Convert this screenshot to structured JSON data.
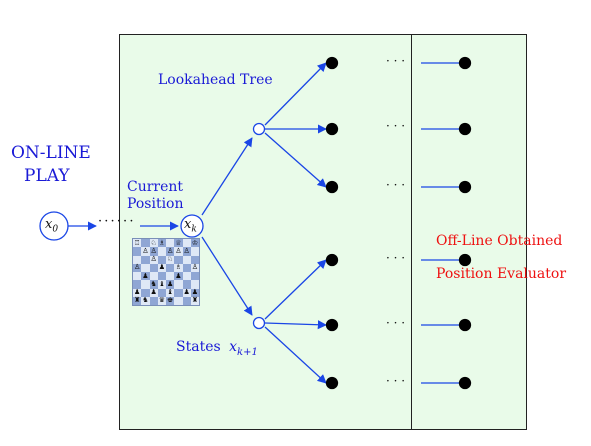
{
  "labels": {
    "online_play": [
      "ON-LINE",
      "PLAY"
    ],
    "lookahead_tree": "Lookahead Tree",
    "current_position": [
      "Current",
      "Position"
    ],
    "states_prefix": "States",
    "offline": [
      "Off-Line Obtained",
      "Position Evaluator"
    ],
    "ellipsis": "· · ·",
    "dots_between": "· · · · · ·"
  },
  "math": {
    "x0": {
      "base": "x",
      "sub": "0"
    },
    "xk": {
      "base": "x",
      "sub": "k"
    },
    "xk1": {
      "base": "x",
      "sub": "k+1"
    }
  },
  "colors": {
    "edge": "#1a46e6",
    "panel": "#e9fbe9",
    "text_blue": "#1a1ad6",
    "text_red": "#ee1111",
    "node_leaf": "#000000"
  },
  "chess_board": {
    "rows": [
      "♖ ♘♗ ♕ ♔",
      " ♙♙ ♙♙♙",
      "  ♙ ♘  ",
      "♙  ♟ ♗ ♙",
      " ♟   ♟  ",
      "  ♞♝♟   ",
      "♟ ♟ ♝ ♟♟",
      "♜♞ ♛♚  ♜"
    ]
  }
}
